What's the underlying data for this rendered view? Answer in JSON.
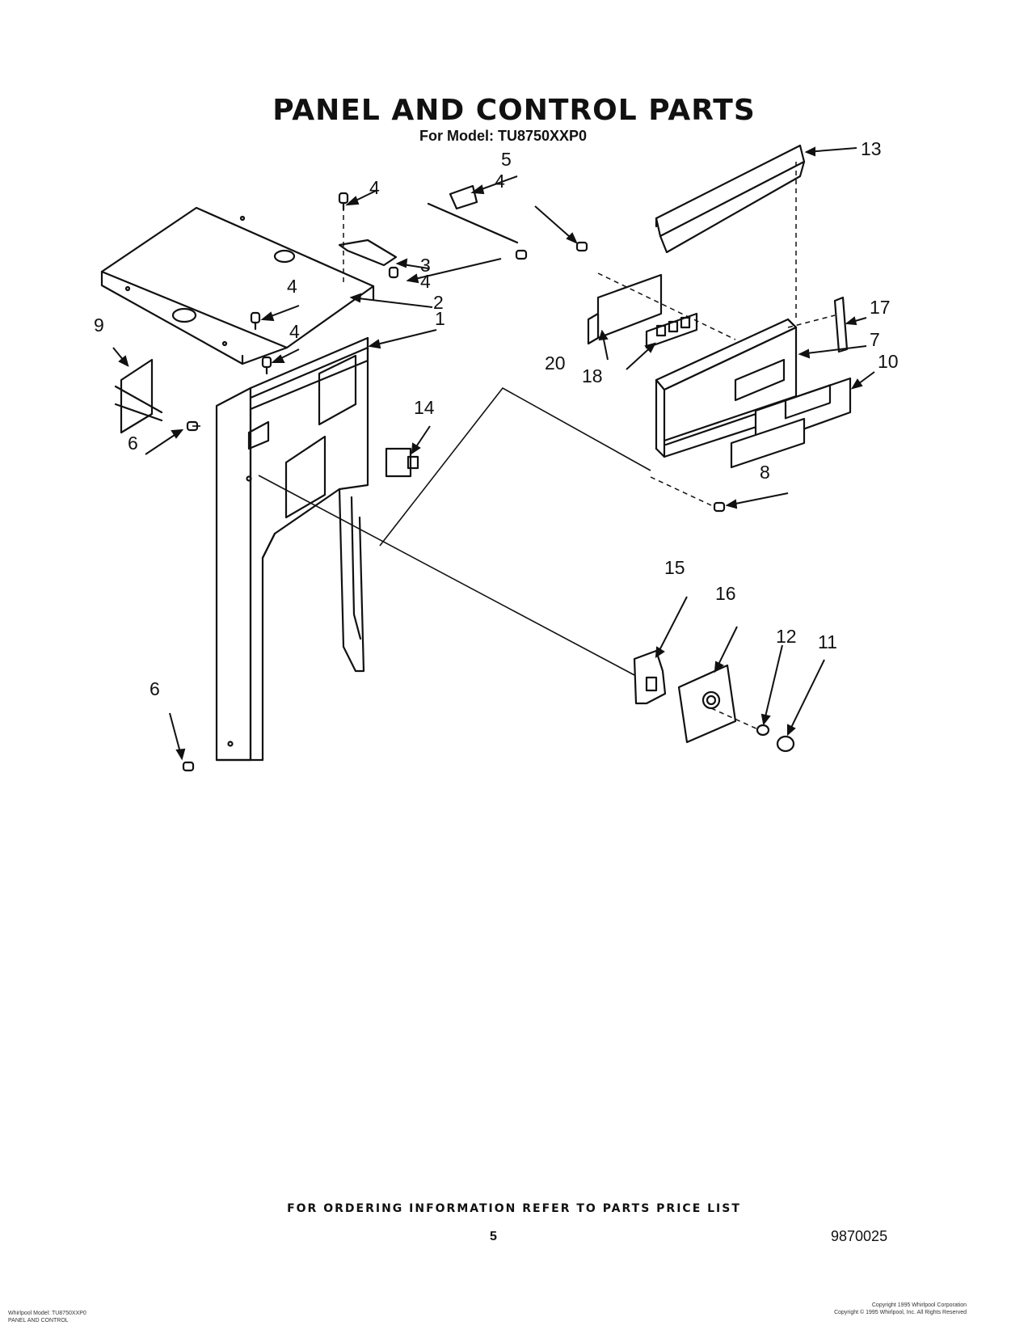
{
  "title": "PANEL AND CONTROL PARTS",
  "subtitle": "For Model: TU8750XXP0",
  "callouts": [
    "1",
    "2",
    "3",
    "4",
    "4",
    "4",
    "4",
    "4",
    "5",
    "6",
    "6",
    "7",
    "8",
    "9",
    "10",
    "11",
    "12",
    "13",
    "14",
    "15",
    "16",
    "17",
    "18",
    "20"
  ],
  "ordering_note": "FOR ORDERING INFORMATION REFER TO PARTS PRICE LIST",
  "page_number": "5",
  "document_number": "9870025",
  "footer_left": [
    "Whirlpool Model: TU8750XXP0",
    "PANEL AND CONTROL"
  ],
  "footer_right": [
    "Copyright 1995 Whirlpool Corporation",
    "Copyright © 1995 Whirlpool, Inc. All Rights Reserved"
  ]
}
